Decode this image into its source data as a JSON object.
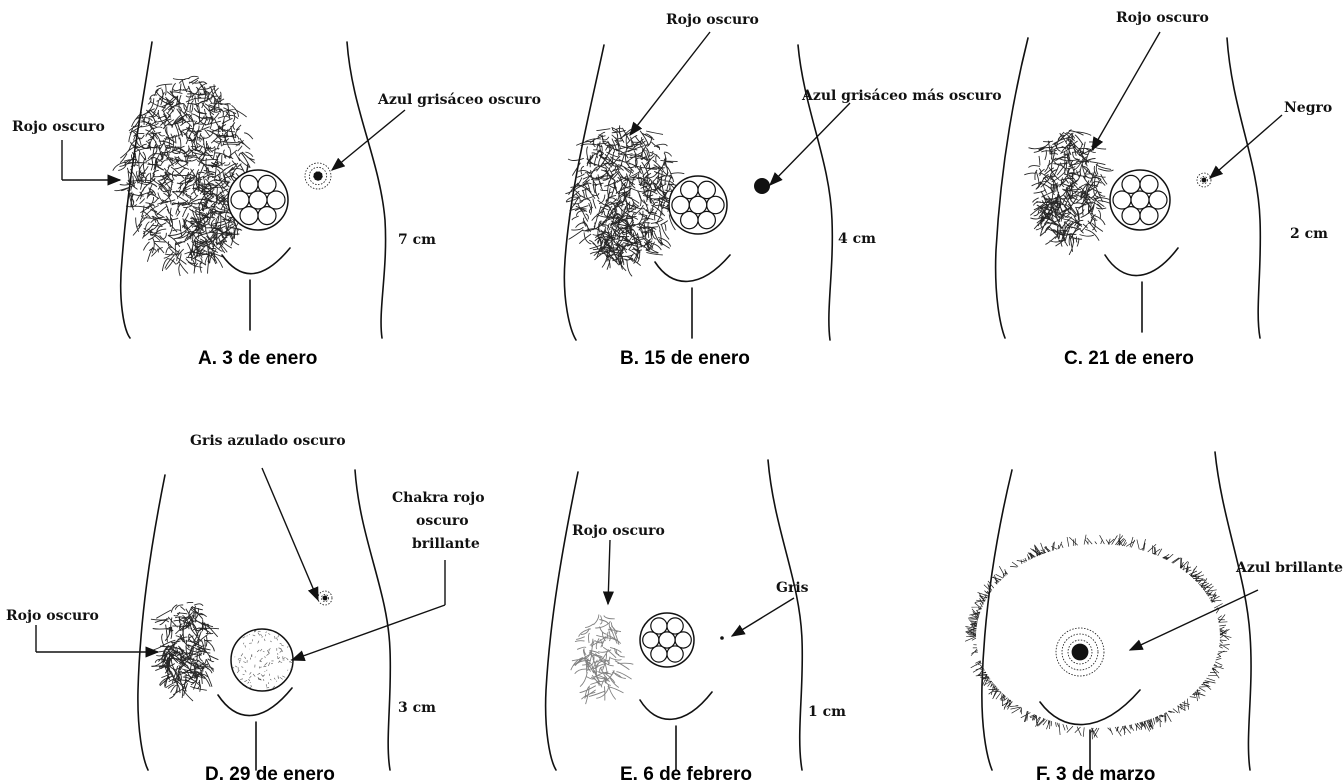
{
  "panels": [
    {
      "caption": "A. 3 de enero",
      "size_label": "7 cm",
      "labels": [
        "Rojo oscuro",
        "Azul grisáceo oscuro"
      ]
    },
    {
      "caption": "B. 15 de enero",
      "size_label": "4 cm",
      "labels": [
        "Rojo oscuro",
        "Azul grisáceo más oscuro"
      ]
    },
    {
      "caption": "C. 21 de enero",
      "size_label": "2 cm",
      "labels": [
        "Rojo oscuro",
        "Negro"
      ]
    },
    {
      "caption": "D. 29 de enero",
      "size_label": "3 cm",
      "labels": [
        "Gris azulado oscuro",
        "Chakra rojo",
        "oscuro",
        "brillante",
        "Rojo oscuro"
      ]
    },
    {
      "caption": "E. 6 de febrero",
      "size_label": "1 cm",
      "labels": [
        "Rojo oscuro",
        "Gris"
      ]
    },
    {
      "caption": "F. 3 de marzo",
      "size_label": "",
      "labels": [
        "Azul brillante"
      ]
    }
  ]
}
